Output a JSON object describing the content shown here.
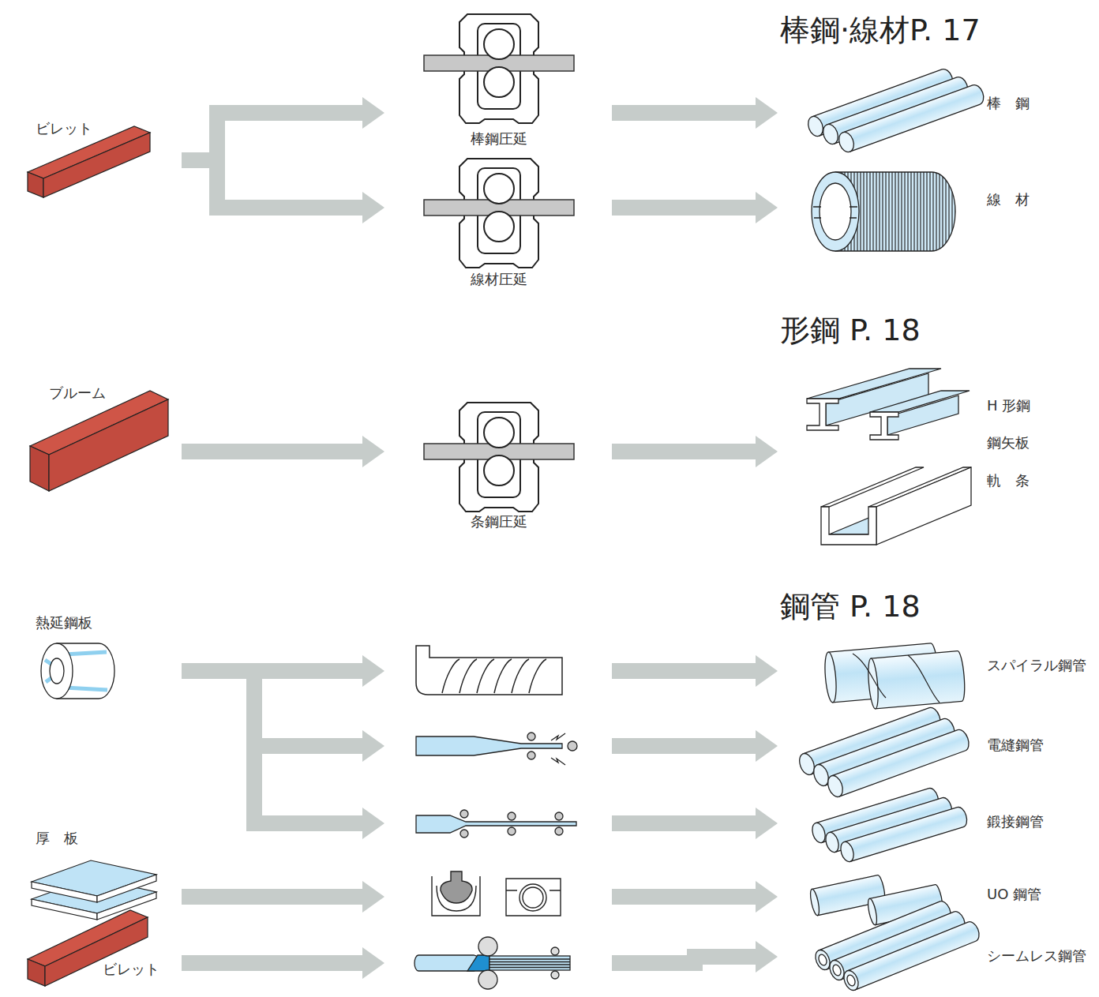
{
  "diagram": {
    "nodes": [
      {
        "text": [
          "ビレット"
        ]
      },
      {
        "text": [
          "棒鋼圧延"
        ]
      },
      {
        "text": [
          "線材圧延"
        ]
      },
      {
        "text": [
          "棒　鋼"
        ]
      },
      {
        "text": [
          "線　材"
        ]
      },
      {
        "text": [
          "ブルーム"
        ]
      },
      {
        "text": [
          "条鋼圧延"
        ]
      },
      {
        "text": [
          "H 形鋼",
          "鋼矢板",
          "軌　条"
        ]
      },
      {
        "text": [
          "熱延鋼板"
        ]
      },
      {
        "text": []
      },
      {
        "text": []
      },
      {
        "text": []
      },
      {
        "text": [
          "厚　板"
        ]
      },
      {
        "text": []
      },
      {
        "text": [
          "ビレット"
        ]
      },
      {
        "text": []
      },
      {
        "text": [
          "スパイラル鋼管"
        ]
      },
      {
        "text": [
          "電縫鋼管"
        ]
      },
      {
        "text": [
          "鍛接鋼管"
        ]
      },
      {
        "text": [
          "UO 鋼管"
        ]
      },
      {
        "text": [
          "シームレス鋼管"
        ]
      }
    ],
    "edges": [
      {
        "from": 0,
        "to": 1,
        "arrow": "to"
      },
      {
        "from": 0,
        "to": 2,
        "arrow": "to"
      },
      {
        "from": 1,
        "to": 3,
        "arrow": "to"
      },
      {
        "from": 2,
        "to": 4,
        "arrow": "to"
      },
      {
        "from": 5,
        "to": 6,
        "arrow": "to"
      },
      {
        "from": 6,
        "to": 7,
        "arrow": "to"
      },
      {
        "from": 8,
        "to": 9,
        "arrow": "to"
      },
      {
        "from": 8,
        "to": 10,
        "arrow": "to"
      },
      {
        "from": 8,
        "to": 11,
        "arrow": "to"
      },
      {
        "from": 9,
        "to": 16,
        "arrow": "to"
      },
      {
        "from": 10,
        "to": 17,
        "arrow": "to"
      },
      {
        "from": 11,
        "to": 18,
        "arrow": "to"
      },
      {
        "from": 12,
        "to": 13,
        "arrow": "to"
      },
      {
        "from": 13,
        "to": 19,
        "arrow": "to"
      },
      {
        "from": 14,
        "to": 15,
        "arrow": "to"
      },
      {
        "from": 15,
        "to": 20,
        "arrow": "to"
      }
    ],
    "labels": [
      "棒鋼·線材P. 17",
      "形鋼 P. 18",
      "鋼管 P. 18"
    ]
  }
}
